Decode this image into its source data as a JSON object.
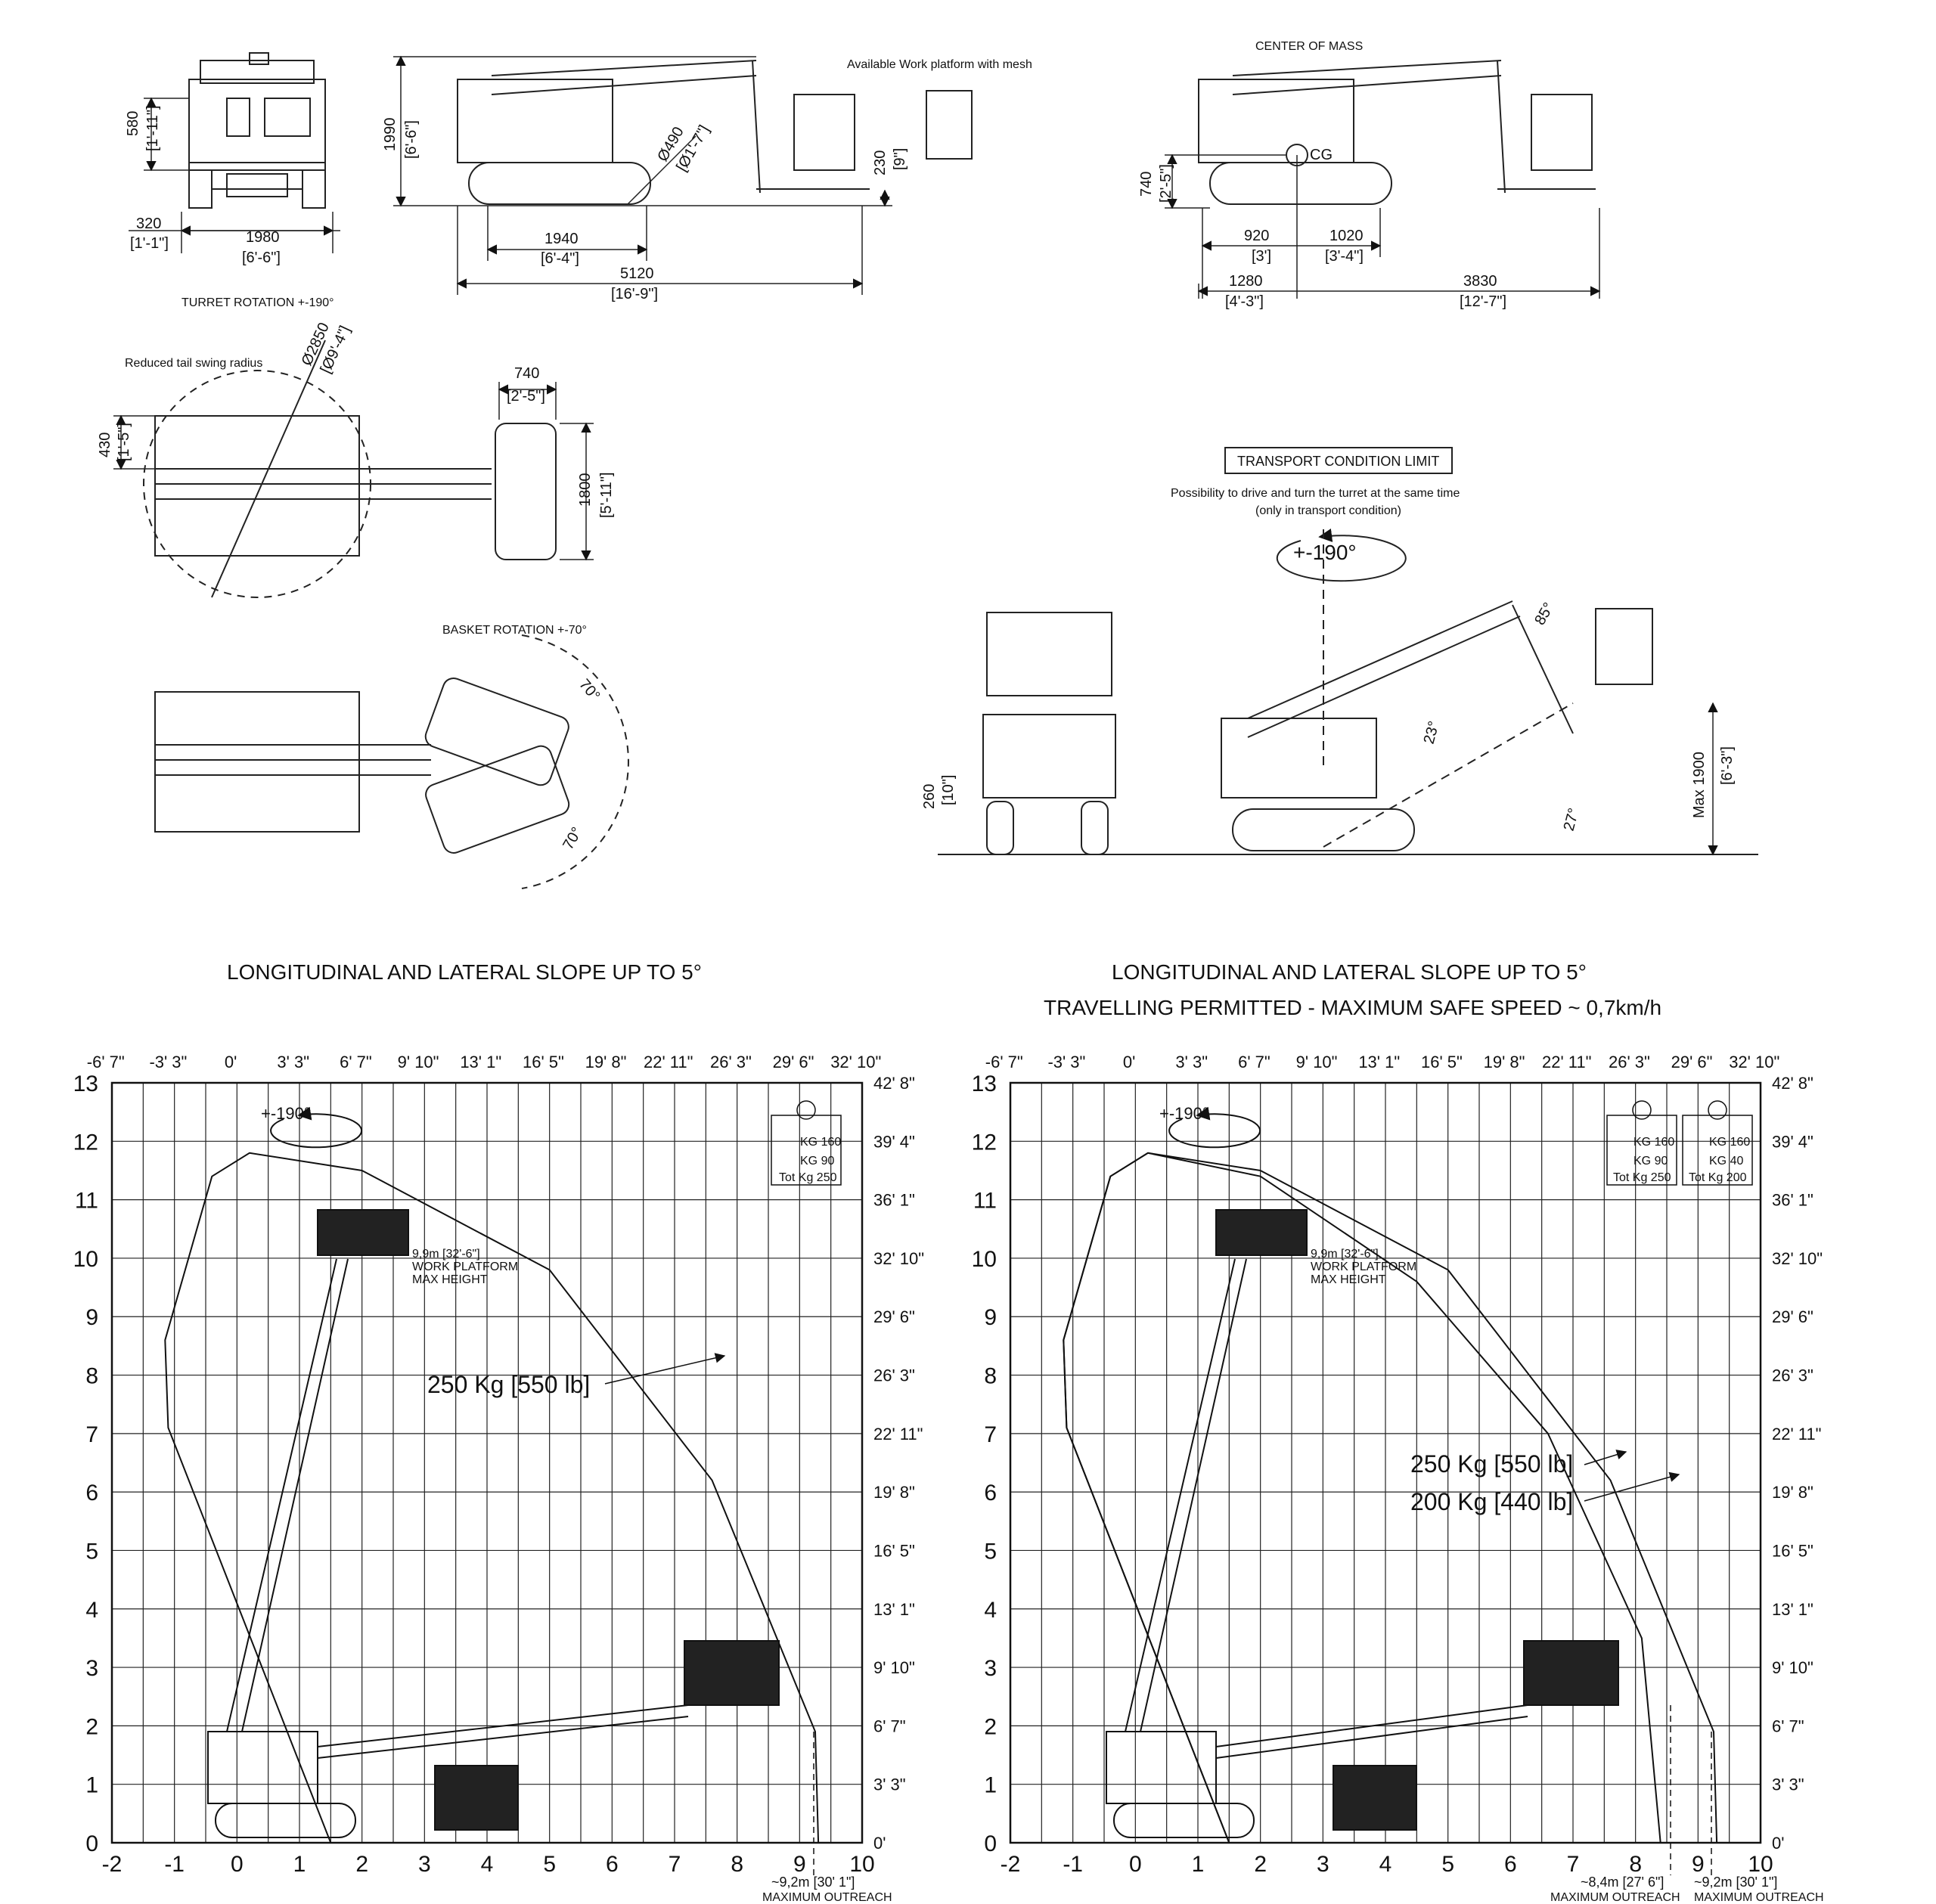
{
  "top_left": {
    "front_view": {
      "height_mm": "580",
      "height_ft": "[1'-11\"]",
      "offset_mm": "320",
      "offset_ft": "[1'-1\"]",
      "width_mm": "1980",
      "width_ft": "[6'-6\"]"
    },
    "side_view": {
      "note": "Available Work platform with mesh",
      "height_mm": "1990",
      "height_ft": "[6'-6\"]",
      "wheel_mm": "Ø490",
      "wheel_ft": "[Ø1'-7\"]",
      "clear_mm": "230",
      "clear_ft": "[9\"]",
      "track_mm": "1940",
      "track_ft": "[6'-4\"]",
      "length_mm": "5120",
      "length_ft": "[16'-9\"]"
    },
    "turret_view": {
      "title": "TURRET ROTATION +-190°",
      "radius_note": "Reduced tail swing radius",
      "diameter_mm": "Ø2850",
      "diameter_ft": "[Ø9'-4\"]",
      "tail_mm": "430",
      "tail_ft": "[1'-5\"]",
      "basket_w_mm": "740",
      "basket_w_ft": "[2'-5\"]",
      "basket_l_mm": "1800",
      "basket_l_ft": "[5'-11\"]"
    },
    "basket_view": {
      "title": "BASKET ROTATION +-70°",
      "angle_top": "70°",
      "angle_bottom": "70°"
    }
  },
  "top_right": {
    "cg_view": {
      "title": "CENTER OF MASS",
      "cg_label": "CG",
      "height_mm": "740",
      "height_ft": "[2'-5\"]",
      "a_mm": "920",
      "a_ft": "[3']",
      "b_mm": "1020",
      "b_ft": "[3'-4\"]",
      "c_mm": "1280",
      "c_ft": "[4'-3\"]",
      "d_mm": "3830",
      "d_ft": "[12'-7\"]"
    },
    "transport": {
      "box_title": "TRANSPORT CONDITION LIMIT",
      "line1": "Possibility to drive and turn the turret at the same time",
      "line2": "(only in transport condition)",
      "rotation": "+-190°",
      "angle_jib": "85°",
      "angle_boom": "23°",
      "angle_ground": "27°",
      "max_height": "Max 1900",
      "max_height_ft": "[6'-3\"]",
      "wheel_mm": "260",
      "wheel_ft": "[10\"]"
    }
  },
  "charts": [
    {
      "title_line1": "LONGITUDINAL AND LATERAL SLOPE UP TO 5°",
      "title_line2": "",
      "rotation": "+-190°",
      "platform_height": "9,9m [32'-6\"]",
      "platform_note1": "WORK PLATFORM",
      "platform_note2": "MAX HEIGHT",
      "load_labels": [
        "250 Kg [550 lb]"
      ],
      "badges": [
        {
          "kg_a": "KG 160",
          "kg_b": "KG 90",
          "tot": "Tot Kg 250"
        }
      ],
      "outreach": [
        {
          "value": "~9,2m [30' 1\"]",
          "caption": "MAXIMUM OUTREACH"
        }
      ]
    },
    {
      "title_line1": "LONGITUDINAL AND LATERAL SLOPE UP TO 5°",
      "title_line2": "TRAVELLING PERMITTED - MAXIMUM SAFE SPEED ~ 0,7km/h",
      "rotation": "+-190°",
      "platform_height": "9,9m [32'-6\"]",
      "platform_note1": "WORK PLATFORM",
      "platform_note2": "MAX HEIGHT",
      "load_labels": [
        "250 Kg [550 lb]",
        "200 Kg [440 lb]"
      ],
      "badges": [
        {
          "kg_a": "KG 160",
          "kg_b": "KG 90",
          "tot": "Tot Kg 250"
        },
        {
          "kg_a": "KG 160",
          "kg_b": "KG 40",
          "tot": "Tot Kg 200"
        }
      ],
      "outreach": [
        {
          "value": "~8,4m [27' 6\"]",
          "caption": "MAXIMUM OUTREACH"
        },
        {
          "value": "~9,2m [30' 1\"]",
          "caption": "MAXIMUM OUTREACH"
        }
      ]
    }
  ],
  "axes": {
    "x_ticks": [
      "-2",
      "-1",
      "0",
      "1",
      "2",
      "3",
      "4",
      "5",
      "6",
      "7",
      "8",
      "9",
      "10"
    ],
    "y_ticks": [
      "0",
      "1",
      "2",
      "3",
      "4",
      "5",
      "6",
      "7",
      "8",
      "9",
      "10",
      "11",
      "12",
      "13"
    ],
    "x_ft": [
      "-6' 7\"",
      "-3' 3\"",
      "0'",
      "3' 3\"",
      "6' 7\"",
      "9' 10\"",
      "13' 1\"",
      "16' 5\"",
      "19' 8\"",
      "22' 11\"",
      "26' 3\"",
      "29' 6\"",
      "32' 10\""
    ],
    "y_ft": [
      "0'",
      "3' 3\"",
      "6' 7\"",
      "9' 10\"",
      "13' 1\"",
      "16' 5\"",
      "19' 8\"",
      "22' 11\"",
      "26' 3\"",
      "29' 6\"",
      "32' 10\"",
      "36' 1\"",
      "39' 4\"",
      "42' 8\""
    ]
  },
  "chart_data": [
    {
      "type": "area",
      "title": "LONGITUDINAL AND LATERAL SLOPE UP TO 5°",
      "xlabel": "",
      "ylabel": "",
      "xlim": [
        -2,
        10
      ],
      "ylim": [
        0,
        13
      ],
      "x_unit": "m",
      "y_unit": "m",
      "series": [
        {
          "name": "250 Kg [550 lb]",
          "x": [
            1.5,
            -1.1,
            -1.15,
            -0.4,
            0.2,
            2.0,
            5.0,
            7.6,
            9.25,
            9.3,
            1.6
          ],
          "y": [
            0,
            7.1,
            8.6,
            11.4,
            11.8,
            11.5,
            9.8,
            6.2,
            1.9,
            0,
            0
          ]
        }
      ]
    },
    {
      "type": "area",
      "title": "LONGITUDINAL AND LATERAL SLOPE UP TO 5°",
      "xlabel": "",
      "ylabel": "",
      "xlim": [
        -2,
        10
      ],
      "ylim": [
        0,
        13
      ],
      "x_unit": "m",
      "y_unit": "m",
      "series": [
        {
          "name": "250 Kg [550 lb]",
          "x": [
            1.5,
            -1.1,
            -1.15,
            -0.4,
            0.2,
            2.0,
            4.5,
            6.6,
            8.1,
            8.4,
            1.6
          ],
          "y": [
            0,
            7.1,
            8.6,
            11.4,
            11.8,
            11.4,
            9.6,
            7.0,
            3.5,
            0,
            0
          ]
        },
        {
          "name": "200 Kg [440 lb]",
          "x": [
            1.5,
            -1.1,
            -1.15,
            -0.4,
            0.2,
            2.0,
            5.0,
            7.6,
            9.25,
            9.3,
            1.6
          ],
          "y": [
            0,
            7.1,
            8.6,
            11.4,
            11.8,
            11.5,
            9.8,
            6.2,
            1.9,
            0,
            0
          ]
        }
      ]
    }
  ]
}
